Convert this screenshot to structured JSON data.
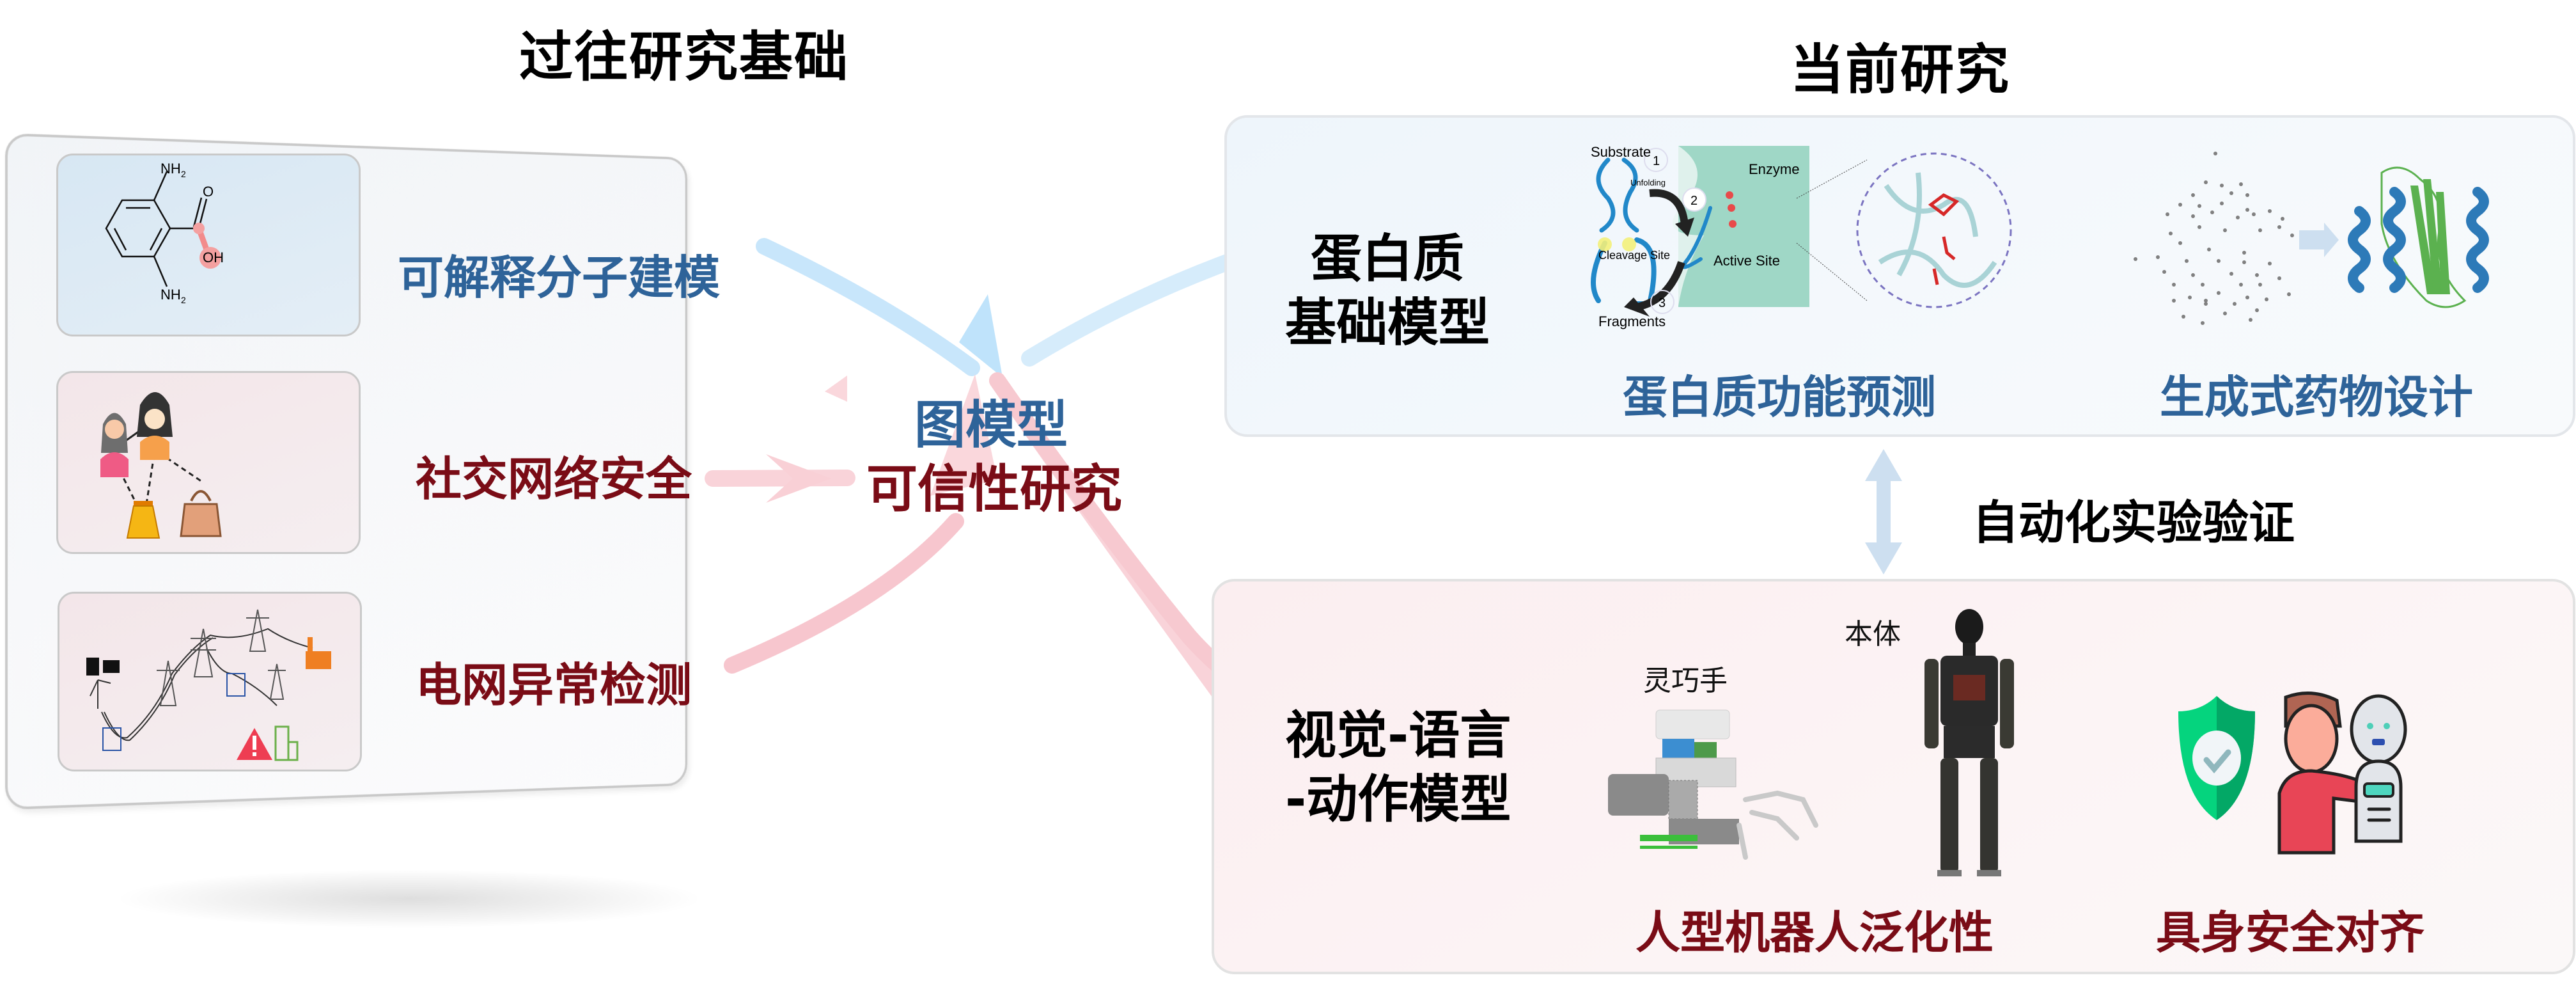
{
  "headings": {
    "past": "过往研究基础",
    "current": "当前研究"
  },
  "past_research": {
    "items": [
      {
        "label": "可解释分子建模",
        "icon": "molecule-structure-icon",
        "color": "#2e6399"
      },
      {
        "label": "社交网络安全",
        "icon": "social-network-icon",
        "color": "#7a0c16"
      },
      {
        "label": "电网异常检测",
        "icon": "power-grid-icon",
        "color": "#7a0c16"
      }
    ],
    "molecule_labels": {
      "amine_top": "NH",
      "amine_bottom": "NH",
      "subscript": "2",
      "carbonyl": "O",
      "hydroxyl": "OH"
    }
  },
  "center": {
    "line1": "图模型",
    "line2": "可信性研究"
  },
  "protein_card": {
    "title_line1": "蛋白质",
    "title_line2": "基础模型",
    "sub_items": [
      {
        "label": "蛋白质功能预测",
        "icon": "enzyme-cleavage-diagram"
      },
      {
        "label": "生成式药物设计",
        "icon": "protein-structure-icon"
      }
    ],
    "diagram_labels": {
      "substrate": "Substrate",
      "unfolding": "Unfolding",
      "enzyme": "Enzyme",
      "active_site": "Active Site",
      "cleavage_site": "Cleavage Site",
      "fragments": "Fragments",
      "step1": "1",
      "step2": "2",
      "step3": "3"
    }
  },
  "link_label": "自动化实验验证",
  "vla_card": {
    "title_line1": "视觉-语言",
    "title_line2": "-动作模型",
    "sub_items": [
      {
        "label": "人型机器人泛化性",
        "icon": "humanoid-robot-icon"
      },
      {
        "label": "具身安全对齐",
        "icon": "human-robot-safety-icon"
      }
    ],
    "robot_labels": {
      "hand": "灵巧手",
      "body": "本体"
    }
  },
  "colors": {
    "blue_text": "#2e6399",
    "red_text": "#7a0c16",
    "blue_arrow": "#bfe3fb",
    "pink_arrow": "#f7c9d0",
    "link_arrow": "#cddff0"
  }
}
